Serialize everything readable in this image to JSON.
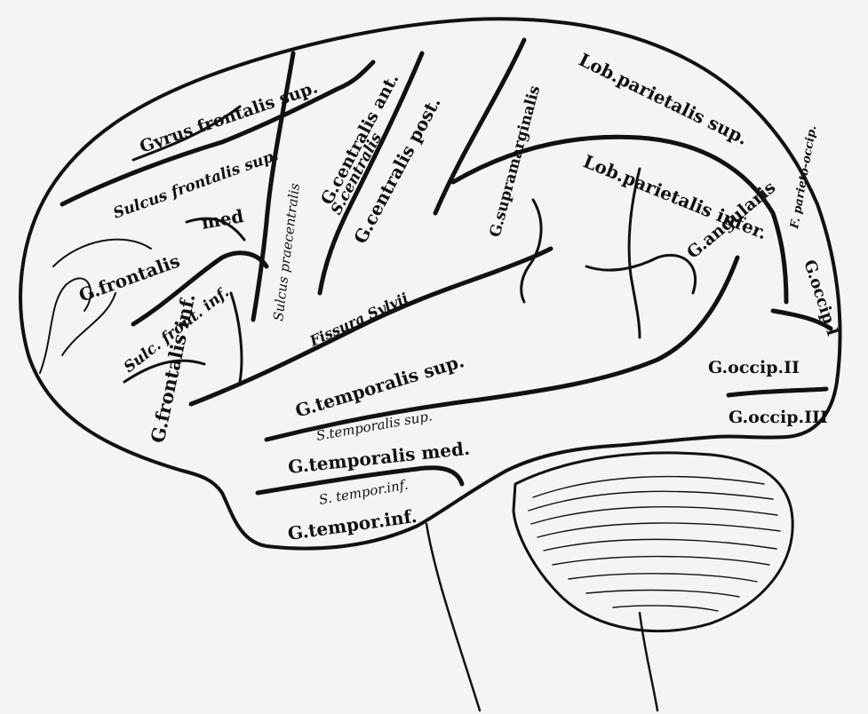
{
  "labels": {
    "gyrus_frontalis_sup": "Gyrus frontalis sup.",
    "sulcus_frontalis_sup": "Sulcus frontalis sup.",
    "med": "med",
    "g_frontalis": "G.frontalis",
    "sulc_front_inf": "Sulc. front. inf.",
    "g_frontalis_inf": "G.frontalis inf.",
    "sulcus_praecentralis": "Sulcus praecentralis",
    "g_centralis_ant": "G.centralis ant.",
    "s_centralis": "S.centralis",
    "g_centralis_post": "G.centralis post.",
    "lob_parietalis_sup": "Lob.parietalis sup.",
    "f_parieto_occip": "F. parieto-occip.",
    "lob_parietalis_infer": "Lob.parietalis infer.",
    "g_supramarginalis": "G.supramarginalis",
    "g_angularis": "G.angularis",
    "g_occip_i": "G.occip.I",
    "g_occip_ii": "G.occip.II",
    "g_occip_iii": "G.occip.III",
    "fissura_sylvii": "Fissura Sylvii",
    "g_temporalis_sup": "G.temporalis sup.",
    "s_temporalis_sup": "S.temporalis sup.",
    "g_temporalis_med": "G.temporalis med.",
    "s_tempor_inf": "S. tempor.inf.",
    "g_tempor_inf": "G.tempor.inf."
  }
}
